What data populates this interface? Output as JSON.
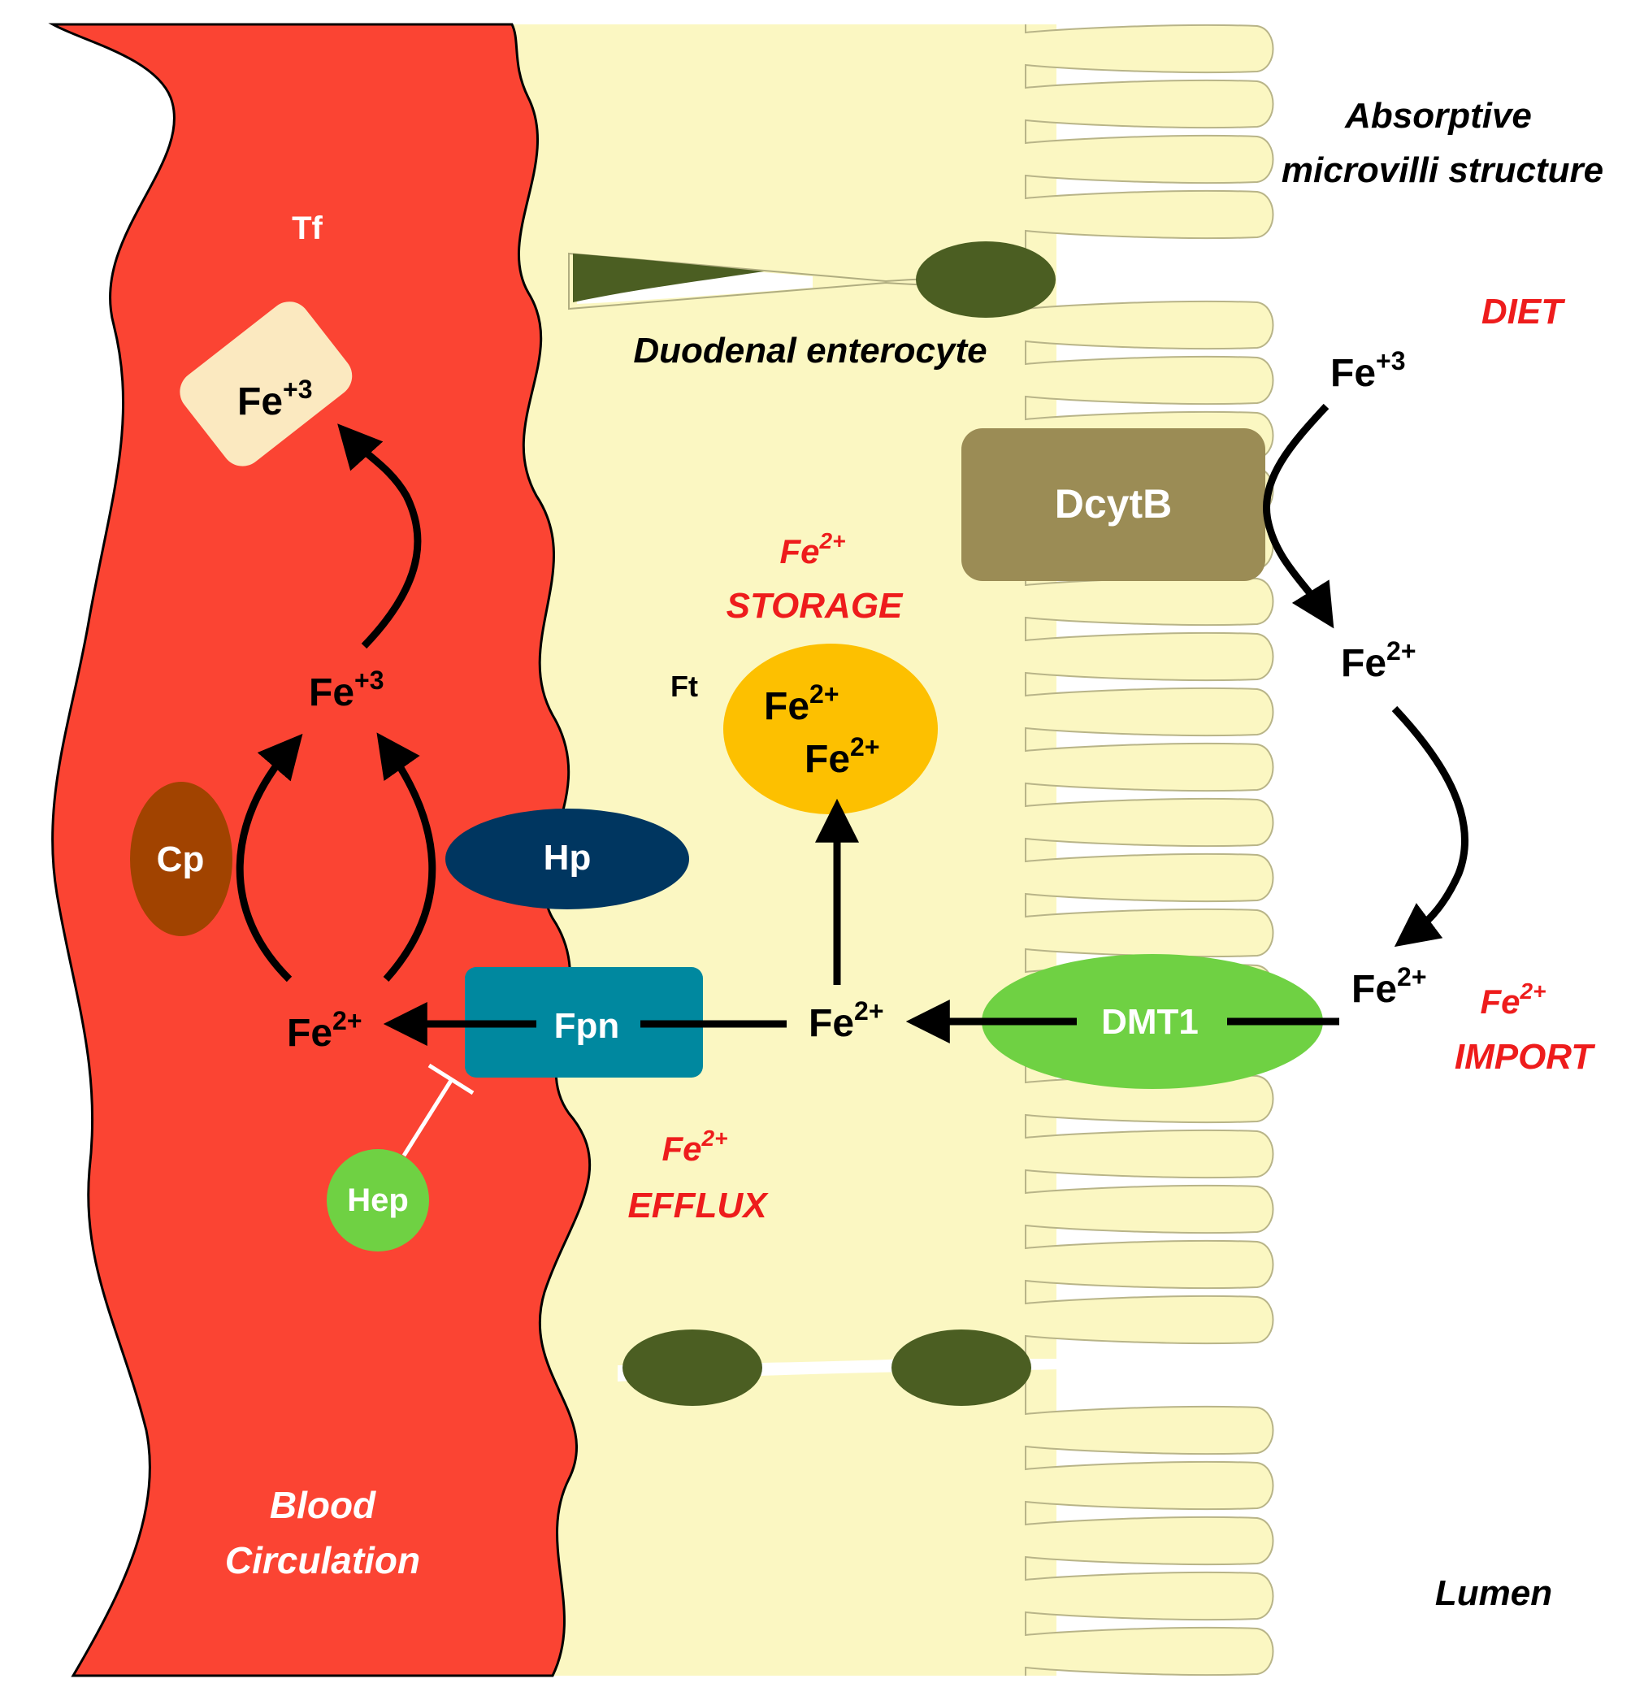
{
  "colors": {
    "blood": "#fb4433",
    "cell": "#fbf7c2",
    "junction": "#4b5e22",
    "dcytb": "#9b8c55",
    "dmt1": "#6fd143",
    "fpn": "#00889f",
    "hp": "#003660",
    "cp": "#a14300",
    "hep": "#6fd143",
    "ferritin": "#fdc000",
    "transferrin": "#fbe9c0",
    "red_text": "#ee1c1c",
    "white_text": "#ffffff"
  },
  "regions": {
    "tf": "Tf",
    "enterocyte": "Duodenal enterocyte",
    "microvilli_line1": "Absorptive",
    "microvilli_line2": "microvilli structure",
    "diet": "DIET",
    "blood_line1": "Blood",
    "blood_line2": "Circulation",
    "lumen": "Lumen",
    "ft": "Ft"
  },
  "proteins": {
    "dcytb": "DcytB",
    "dmt1": "DMT1",
    "fpn": "Fpn",
    "hp": "Hp",
    "cp": "Cp",
    "hep": "Hep"
  },
  "processes": {
    "storage_ion": "Fe",
    "storage_ion_sup": "2+",
    "storage_word": "STORAGE",
    "import_ion": "Fe",
    "import_ion_sup": "2+",
    "import_word": "IMPORT",
    "efflux_ion": "Fe",
    "efflux_ion_sup": "2+",
    "efflux_word": "EFFLUX"
  },
  "ions": {
    "base": "Fe",
    "ferric_sup": "+3",
    "ferrous_sup": "2+"
  }
}
